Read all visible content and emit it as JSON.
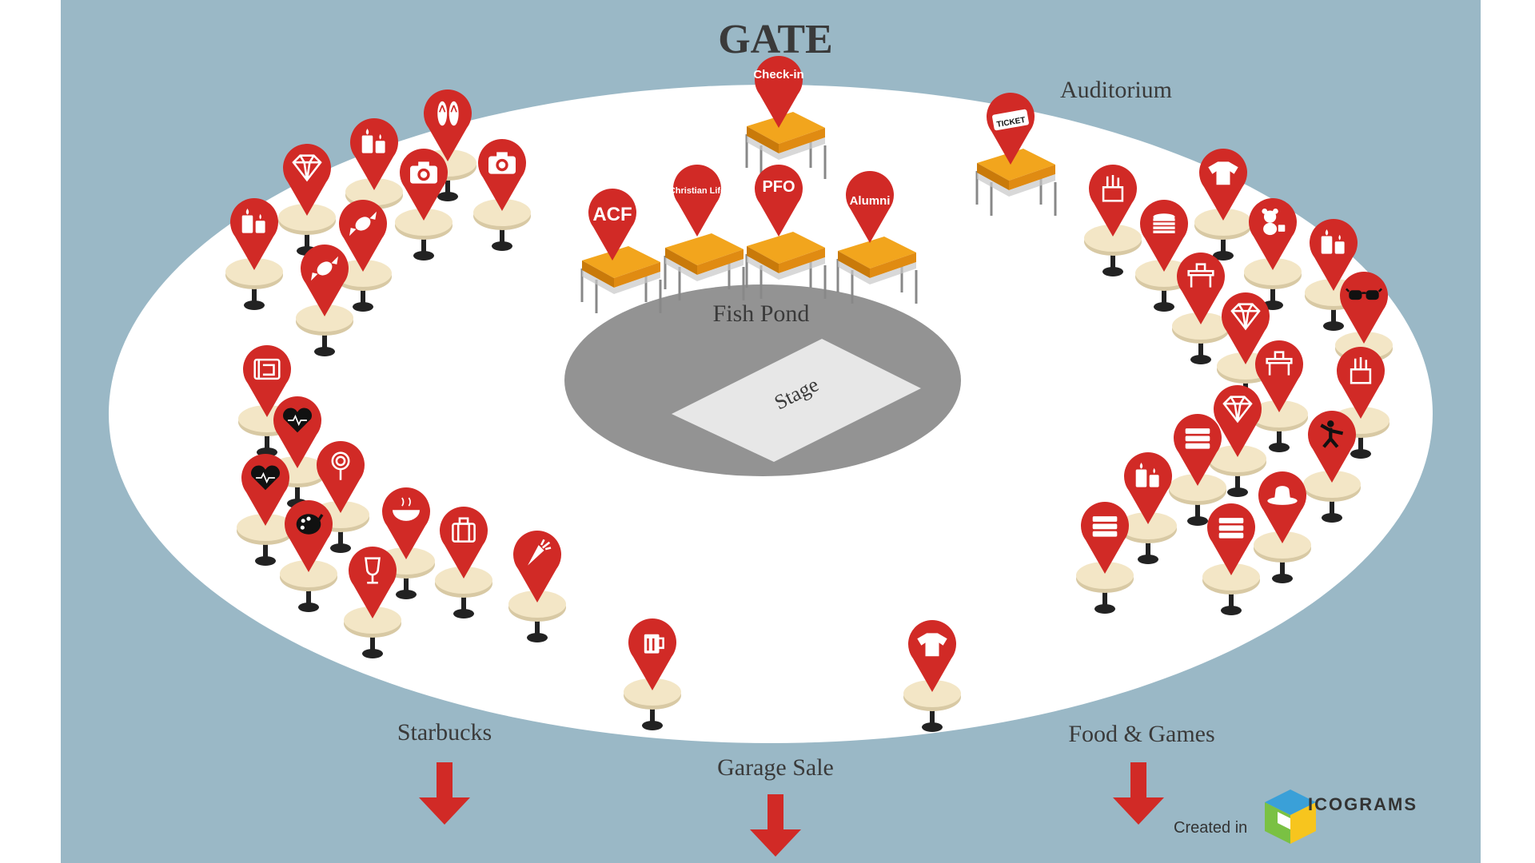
{
  "colors": {
    "outer": "#9ab8c6",
    "ground": "#ffffff",
    "pond": "#939393",
    "stage": "#e7e7e7",
    "pin": "#d12a26",
    "table": "#f3e6c6",
    "booth_roof": "#e8930f",
    "arrow": "#d12a26"
  },
  "title": "GATE",
  "areas": {
    "auditorium": "Auditorium",
    "fish_pond": "Fish Pond",
    "stage": "Stage",
    "starbucks": "Starbucks",
    "garage_sale": "Garage Sale",
    "food_games": "Food & Games"
  },
  "booths": {
    "checkin": "Check-in",
    "acf": "ACF",
    "christian_life": "Christian Life",
    "pfo": "PFO",
    "alumni": "Alumni",
    "ticket": "TICKET"
  },
  "brand": {
    "created_in": "Created in",
    "name": "ICOGRAMS"
  },
  "table_icons": [
    "flipflops-icon",
    "candles-icon",
    "diamond-icon",
    "camera-icon",
    "camera-icon",
    "candles-icon",
    "candy-icon",
    "candy-icon",
    "blueprint-icon",
    "heartbeat-icon",
    "lollipop-icon",
    "heartbeat-icon",
    "palette-icon",
    "soup-icon",
    "wine-icon",
    "luggage-icon",
    "carrot-icon",
    "beer-icon",
    "tshirt-icon",
    "tshirt-icon",
    "pencils-icon",
    "coins-icon",
    "teddy-icon",
    "candles-icon",
    "sunglasses-icon",
    "table-icon",
    "diamond-icon",
    "table-icon",
    "pencils-icon",
    "diamond-icon",
    "books-icon",
    "karate-icon",
    "candles-icon",
    "hat-icon",
    "books-icon",
    "books-icon"
  ]
}
